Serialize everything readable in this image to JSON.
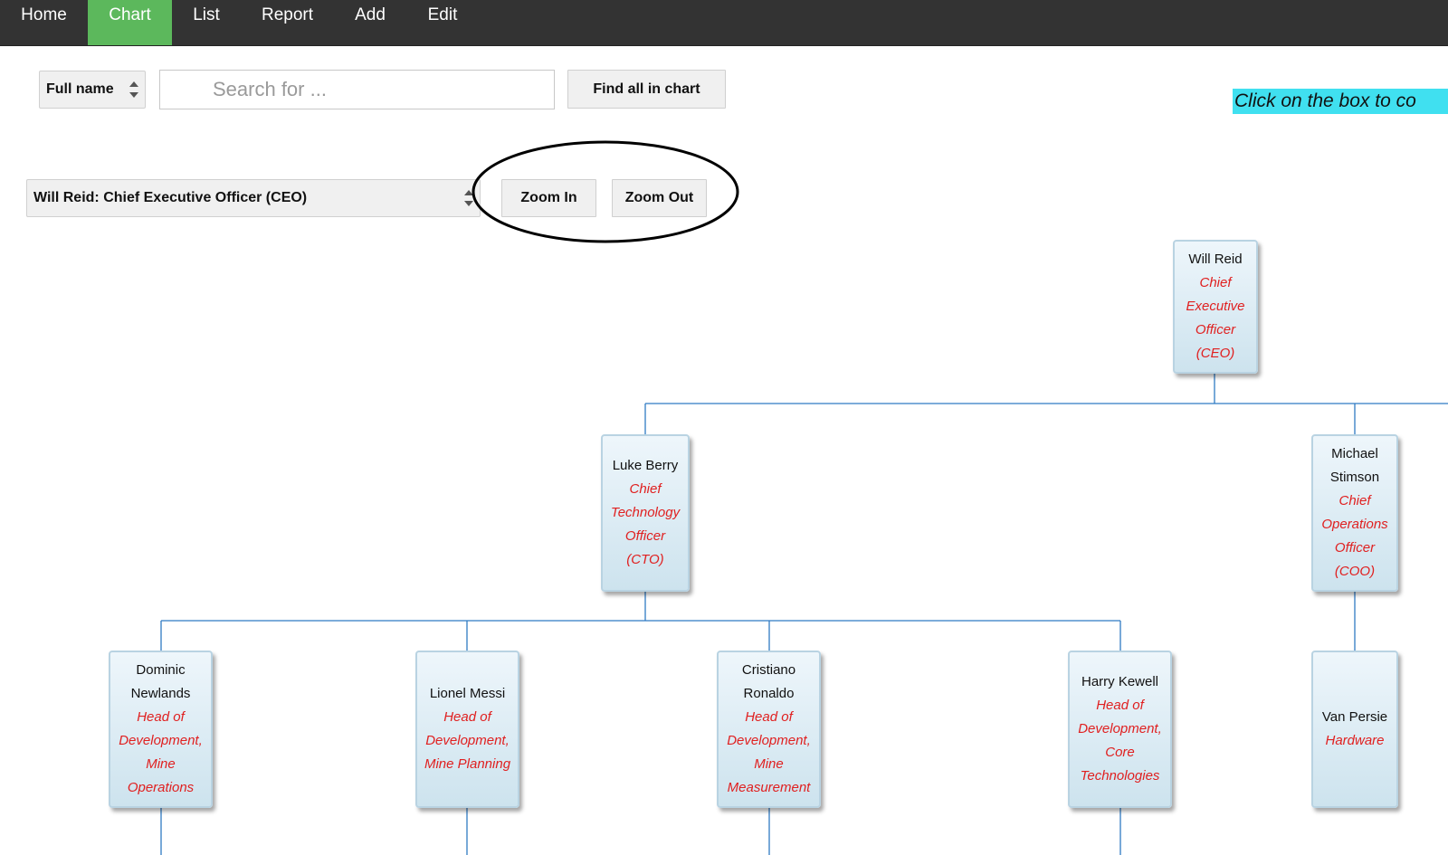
{
  "nav": {
    "tabs": [
      {
        "label": "Home"
      },
      {
        "label": "Chart",
        "active": true
      },
      {
        "label": "List"
      },
      {
        "label": "Report"
      },
      {
        "label": "Add"
      },
      {
        "label": "Edit"
      }
    ]
  },
  "search": {
    "field_select": "Full name",
    "placeholder": "Search for ...",
    "value": "",
    "find_button": "Find all in chart"
  },
  "hint": "Click on the box to co",
  "person_select": "Will Reid: Chief Executive Officer (CEO)",
  "zoom": {
    "in_label": "Zoom In",
    "out_label": "Zoom Out"
  },
  "colors": {
    "nav_bg": "#333333",
    "active_tab": "#5cb85c",
    "hint_bg": "#40e0f0",
    "title_text": "#e02020",
    "connector": "#2f7bc4"
  },
  "org": {
    "nodes": [
      {
        "name": "Will Reid",
        "title": "Chief Executive Officer (CEO)"
      },
      {
        "name": "Luke Berry",
        "title": "Chief Technology Officer (CTO)"
      },
      {
        "name": "Michael Stimson",
        "title": "Chief Operations Officer (COO)"
      },
      {
        "name": "Dominic Newlands",
        "title": "Head of Development, Mine Operations"
      },
      {
        "name": "Lionel Messi",
        "title": "Head of Development, Mine Planning"
      },
      {
        "name": "Cristiano Ronaldo",
        "title": "Head of Development, Mine Measurement"
      },
      {
        "name": "Harry Kewell",
        "title": "Head of Development, Core Technologies"
      },
      {
        "name": "Van Persie",
        "title": "Hardware"
      }
    ]
  }
}
